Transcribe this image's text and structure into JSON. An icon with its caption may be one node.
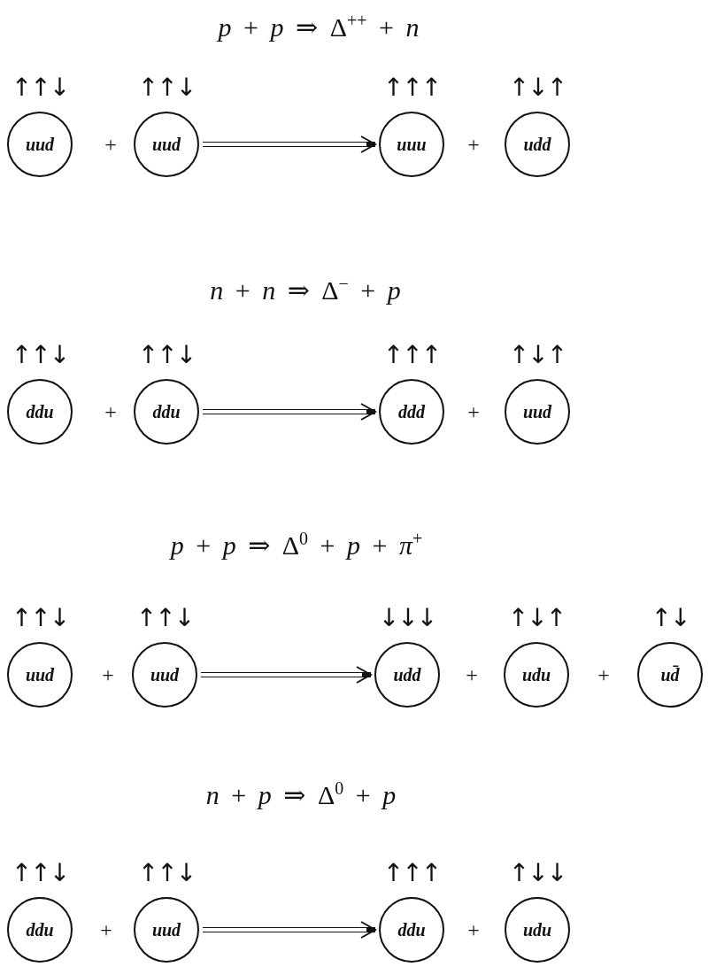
{
  "diagram": {
    "nodes": [
      {
        "text": [
          "uud"
        ],
        "beside": [
          "↑↑↓"
        ]
      },
      {
        "text": [
          "uud"
        ],
        "beside": [
          "↑↑↓"
        ]
      },
      {
        "text": [
          "uuu"
        ],
        "beside": [
          "↑↑↑"
        ]
      },
      {
        "text": [
          "udd"
        ],
        "beside": [
          "↑↓↑"
        ]
      },
      {
        "text": [
          "ddu"
        ],
        "beside": [
          "↑↑↓"
        ]
      },
      {
        "text": [
          "ddu"
        ],
        "beside": [
          "↑↑↓"
        ]
      },
      {
        "text": [
          "ddd"
        ],
        "beside": [
          "↑↑↑"
        ]
      },
      {
        "text": [
          "uud"
        ],
        "beside": [
          "↑↓↑"
        ]
      },
      {
        "text": [
          "uud"
        ],
        "beside": [
          "↑↑↓"
        ]
      },
      {
        "text": [
          "uud"
        ],
        "beside": [
          "↑↑↓"
        ]
      },
      {
        "text": [
          "udd"
        ],
        "beside": [
          "↓↓↓"
        ]
      },
      {
        "text": [
          "udu"
        ],
        "beside": [
          "↑↓↑"
        ]
      },
      {
        "text": [
          "ud̄"
        ],
        "beside": [
          "↑↓"
        ]
      },
      {
        "text": [
          "ddu"
        ],
        "beside": [
          "↑↑↓"
        ]
      },
      {
        "text": [
          "uud"
        ],
        "beside": [
          "↑↑↓"
        ]
      },
      {
        "text": [
          "ddu"
        ],
        "beside": [
          "↑↑↑"
        ]
      },
      {
        "text": [
          "udu"
        ],
        "beside": [
          "↑↓↓"
        ]
      }
    ],
    "edges": [
      {
        "from": 1,
        "to": 2,
        "arrow": "to"
      },
      {
        "from": 5,
        "to": 6,
        "arrow": "to"
      },
      {
        "from": 9,
        "to": 10,
        "arrow": "to"
      },
      {
        "from": 14,
        "to": 15,
        "arrow": "to"
      }
    ],
    "labels": [
      "*p* + *p* ⇒ Δ$^{++}$ + *n*",
      "+",
      "+",
      "*n* + *n* ⇒ Δ$^{−}$ + *p*",
      "+",
      "+",
      "*p* + *p* ⇒ Δ$^{0}$ + *p* + *π*$^{+}$",
      "+",
      "+",
      "+",
      "*n* + *p* ⇒ Δ$^{0}$ + *p*",
      "+",
      "+"
    ]
  }
}
